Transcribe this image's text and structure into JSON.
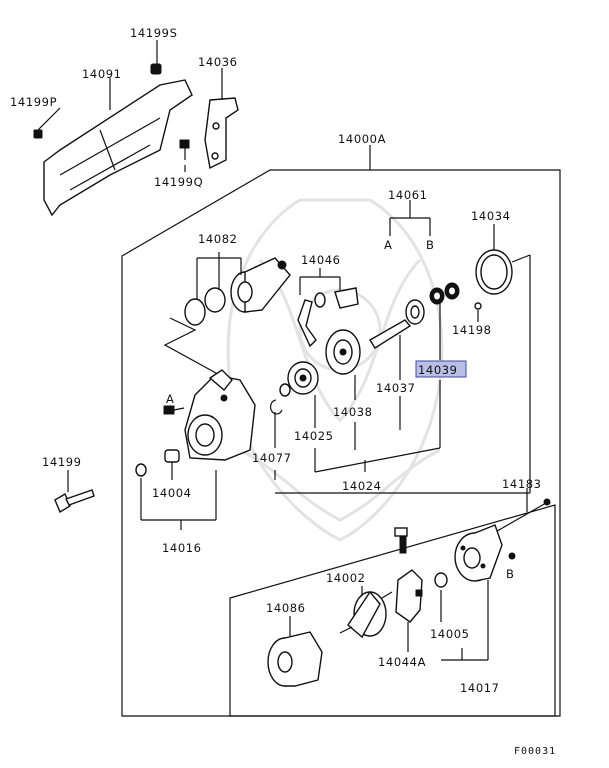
{
  "diagram": {
    "figure_code": "F00031",
    "highlighted_part": "14039",
    "parts": {
      "p14199S": "14199S",
      "p14036": "14036",
      "p14091": "14091",
      "p14199P": "14199P",
      "p14199Q": "14199Q",
      "p14000A": "14000A",
      "p14061": "14061",
      "pA1": "A",
      "pB1": "B",
      "p14034": "14034",
      "p14082": "14082",
      "p14046": "14046",
      "p14198": "14198",
      "p14039": "14039",
      "p14037": "14037",
      "p14038": "14038",
      "p14025": "14025",
      "pA2": "A",
      "p14077": "14077",
      "p14024": "14024",
      "p14004": "14004",
      "p14016": "14016",
      "p14199": "14199",
      "p14183": "14183",
      "p14002": "14002",
      "p14086": "14086",
      "p14044A": "14044A",
      "p14005": "14005",
      "pB2": "B",
      "p14017": "14017"
    }
  }
}
